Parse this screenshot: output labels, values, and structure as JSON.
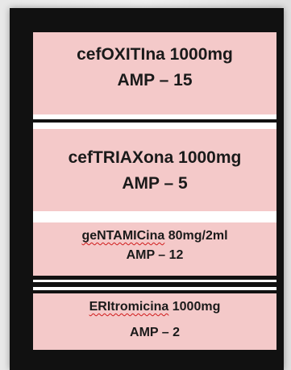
{
  "slides": [
    {
      "drug_prefix_misspelled": "",
      "drug_rest": "cefOXITIna 1000mg",
      "amp": "AMP – 15"
    },
    {
      "drug_prefix_misspelled": "",
      "drug_rest": "cefTRIAXona 1000mg",
      "amp": "AMP – 5"
    },
    {
      "drug_prefix_misspelled": "geNTAMICina",
      "drug_rest": " 80mg/2ml",
      "amp": "AMP – 12"
    },
    {
      "drug_prefix_misspelled": "ERItromicina",
      "drug_rest": " 1000mg",
      "amp": "AMP – 2"
    }
  ],
  "colors": {
    "panel_bg": "#f4c9c9",
    "frame": "#111111",
    "divider": "#ffffff",
    "text": "#1a1a1a",
    "spellcheck_underline": "#d01a1a"
  }
}
